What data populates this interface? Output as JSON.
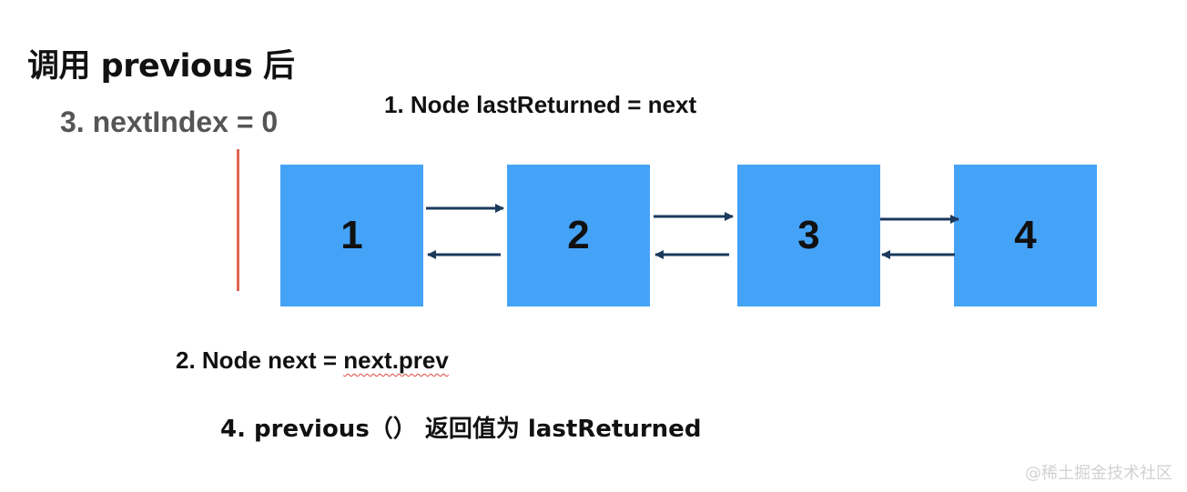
{
  "title": "调用 previous 后",
  "steps": {
    "step1": "1. Node lastReturned = next",
    "step2_prefix": "2. Node next = ",
    "step2_expr": "next.prev",
    "step3": "3. nextIndex = 0",
    "step4": "4. previous（） 返回值为 lastReturned"
  },
  "nodes": [
    {
      "label": "1"
    },
    {
      "label": "2"
    },
    {
      "label": "3"
    },
    {
      "label": "4"
    }
  ],
  "watermark": "@稀土掘金技术社区",
  "colors": {
    "node_fill": "#45a3f7",
    "arrow_color": "#1b3a5c",
    "cursor_line": "#e06652",
    "step3_text": "#555555",
    "squiggle": "#e0483e"
  }
}
